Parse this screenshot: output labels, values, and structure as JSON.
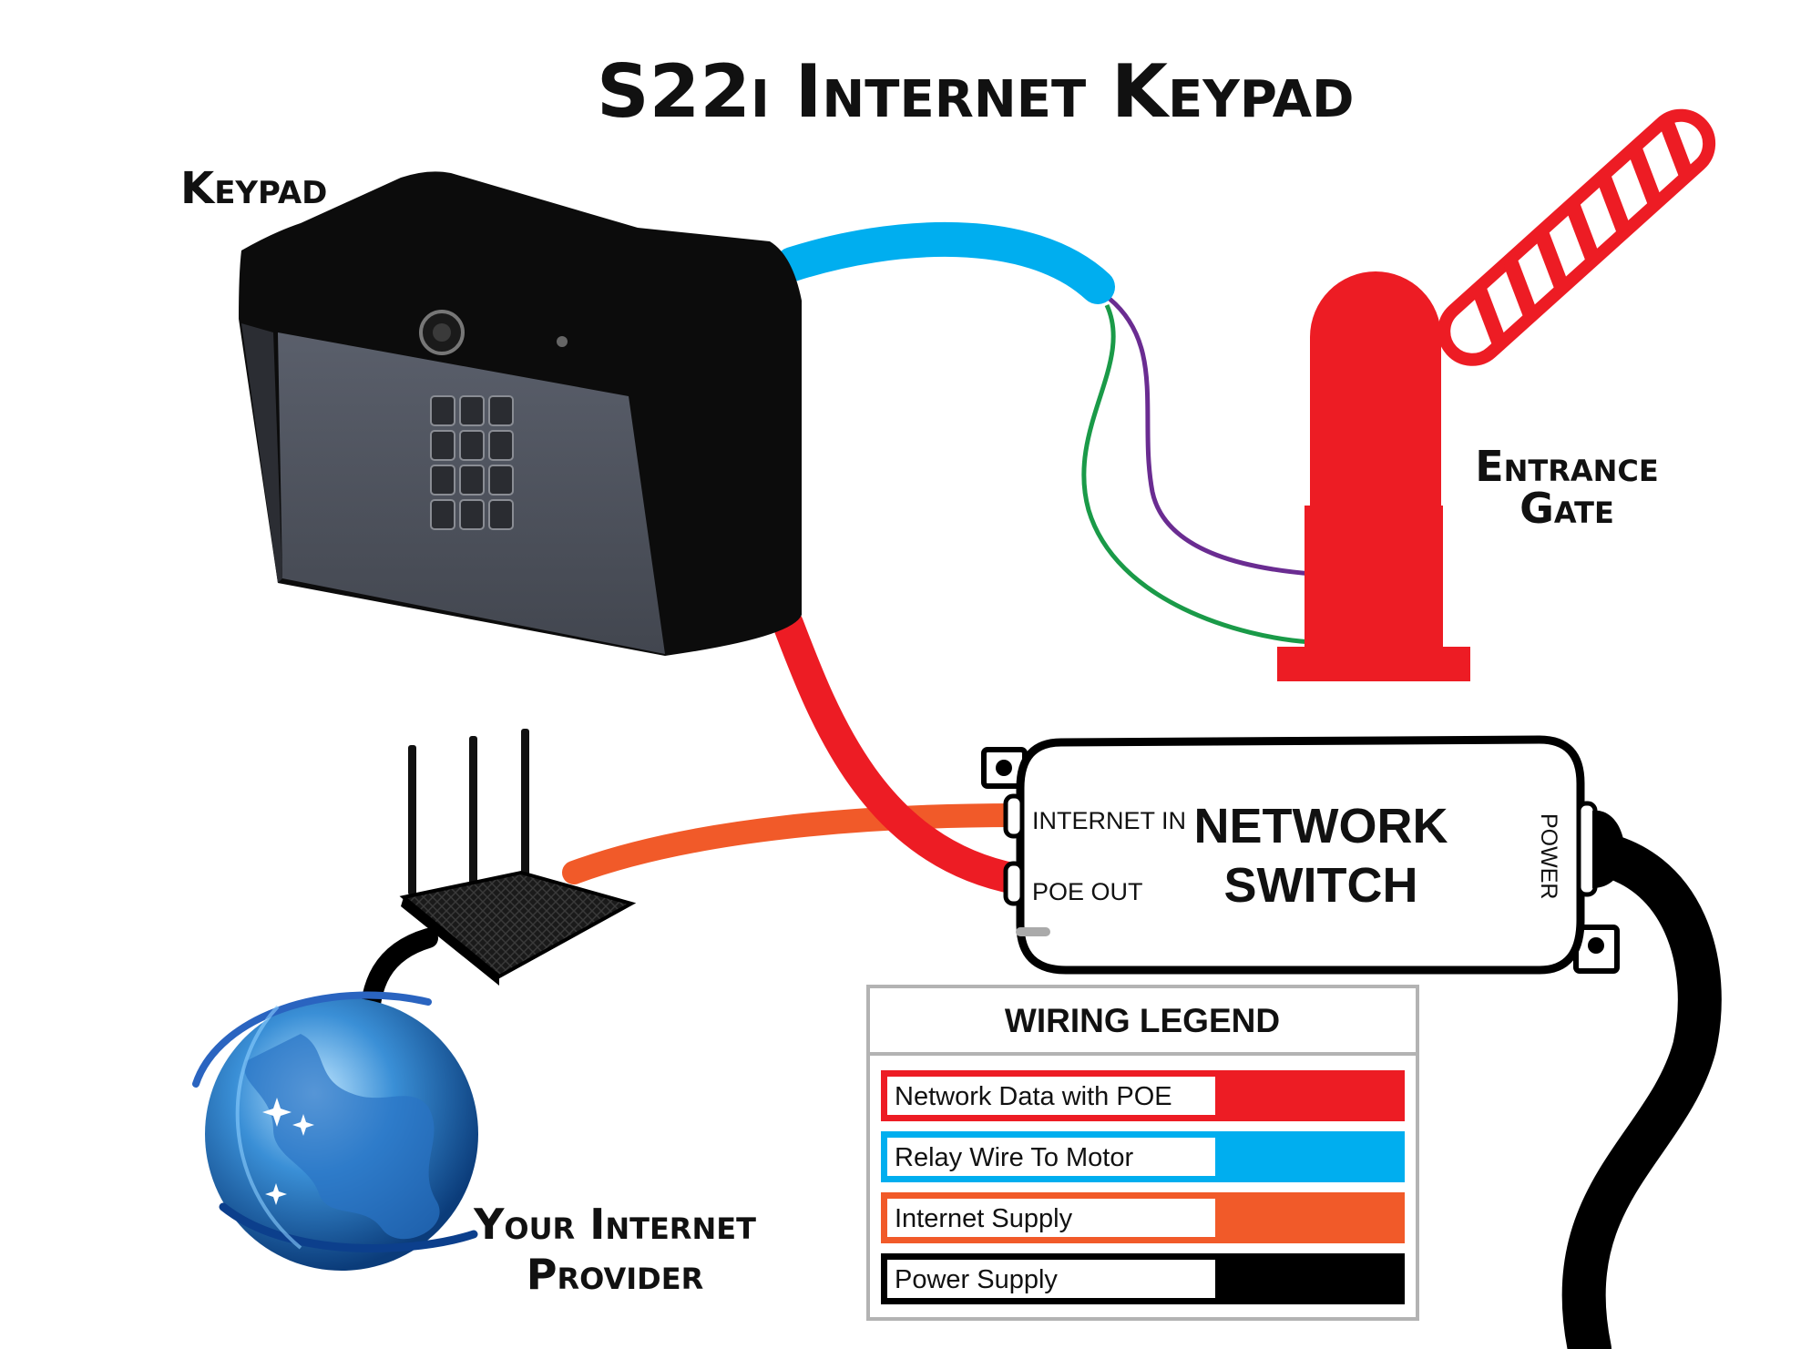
{
  "title": {
    "prefix": "S22",
    "rest": "i Internet Keypad"
  },
  "labels": {
    "keypad": "Keypad",
    "entrance_gate_line1": "Entrance",
    "entrance_gate_line2": "Gate",
    "provider_line1": "Your Internet",
    "provider_line2": "Provider"
  },
  "network_switch": {
    "title_line1": "NETWORK",
    "title_line2": "SWITCH",
    "port_internet_in": "INTERNET IN",
    "port_poe_out": "POE OUT",
    "port_power": "POWER"
  },
  "legend": {
    "title": "WIRING LEGEND",
    "items": [
      {
        "label": "Network Data with POE",
        "color": "#ed1c24"
      },
      {
        "label": "Relay Wire To Motor",
        "color": "#00aeef"
      },
      {
        "label": "Internet Supply",
        "color": "#f15a29"
      },
      {
        "label": "Power Supply",
        "color": "#000000"
      }
    ]
  },
  "colors": {
    "poe": "#ed1c24",
    "relay": "#00aeef",
    "internet": "#f15a29",
    "power": "#000000",
    "relay_wire_a": "#6a2c91",
    "relay_wire_b": "#1a9a48",
    "gate": "#ed1c24",
    "keypad_body": "#0c0c0c",
    "keypad_face": "#4b4f5a"
  }
}
